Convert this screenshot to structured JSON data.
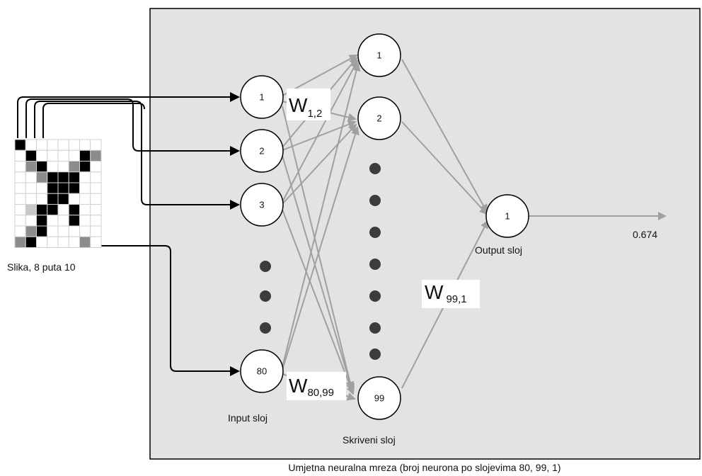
{
  "image": {
    "caption": "Slika, 8 puta 10",
    "cols": 8,
    "rows": 10,
    "pixels": [
      [
        1,
        0,
        0,
        0,
        0,
        0,
        0,
        0
      ],
      [
        0,
        1,
        0,
        0,
        0,
        0,
        1,
        2
      ],
      [
        0,
        2,
        1,
        0,
        0,
        2,
        1,
        0
      ],
      [
        0,
        0,
        2,
        1,
        1,
        1,
        0,
        0
      ],
      [
        0,
        0,
        0,
        1,
        1,
        1,
        0,
        0
      ],
      [
        0,
        0,
        0,
        1,
        1,
        0,
        0,
        0
      ],
      [
        0,
        3,
        1,
        1,
        0,
        1,
        0,
        0
      ],
      [
        0,
        0,
        1,
        0,
        0,
        1,
        0,
        0
      ],
      [
        0,
        2,
        1,
        0,
        0,
        0,
        0,
        0
      ],
      [
        2,
        1,
        0,
        0,
        0,
        0,
        2,
        0
      ]
    ],
    "pixel_colors": {
      "0": "#ffffff",
      "1": "#000000",
      "2": "#8c8c8c",
      "3": "#c8c8c8"
    }
  },
  "network": {
    "caption": "Umjetna neuralna mreza (broj neurona po slojevima 80, 99, 1)",
    "input_layer": {
      "label": "Input sloj",
      "nodes": [
        "1",
        "2",
        "3",
        "80"
      ]
    },
    "hidden_layer": {
      "label": "Skriveni sloj",
      "nodes": [
        "1",
        "2",
        "99"
      ]
    },
    "output_layer": {
      "label": "Output sloj",
      "nodes": [
        "1"
      ]
    },
    "output_value": "0.674",
    "weights": {
      "w12": {
        "main": "W",
        "sub": "1,2"
      },
      "w8099": {
        "main": "W",
        "sub": "80,99"
      },
      "w991": {
        "main": "W",
        "sub": "99,1"
      }
    }
  },
  "colors": {
    "panel_fill": "#e3e3e3",
    "panel_stroke": "#000000",
    "node_fill": "#ffffff",
    "edge_gray": "#a0a0a0",
    "edge_black": "#000000",
    "dot": "#3c3c3c"
  }
}
